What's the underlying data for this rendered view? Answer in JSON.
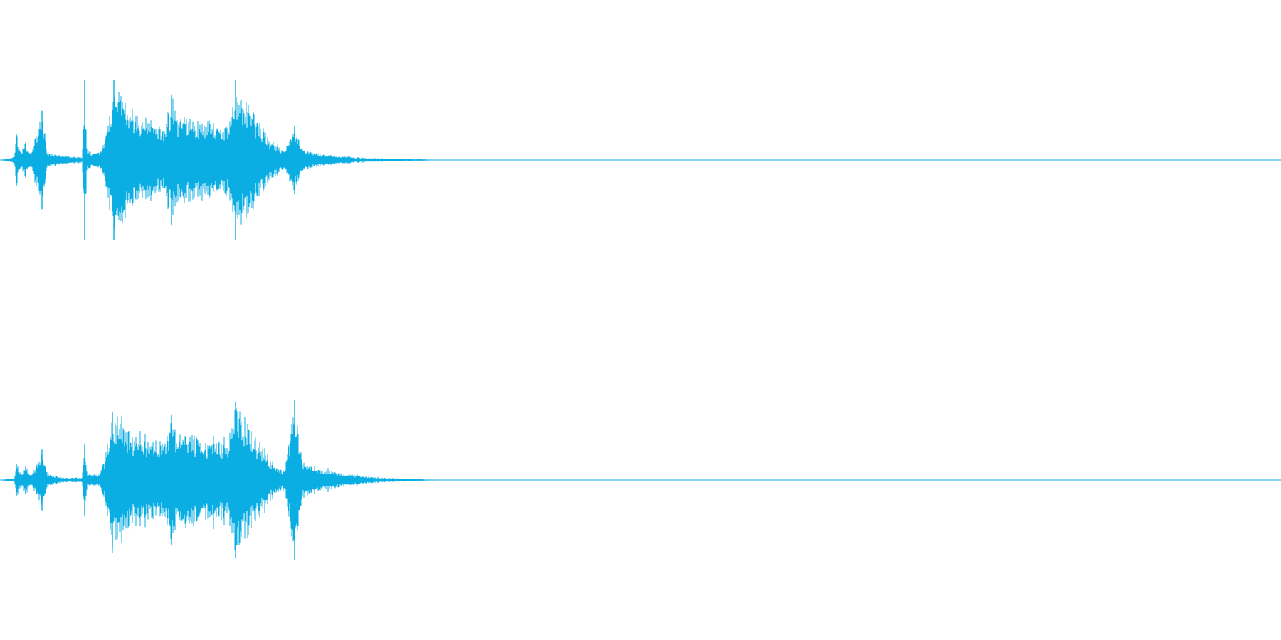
{
  "colors": {
    "background": "#ffffff",
    "waveform": "#0aaee3"
  },
  "waveform": {
    "type": "stereo-audio-waveform",
    "channels": [
      {
        "name": "",
        "peak_amplitude": 1.0,
        "events": [
          {
            "t": 0.013,
            "amp": 0.33
          },
          {
            "t": 0.02,
            "amp": 0.22
          },
          {
            "t": 0.033,
            "amp": 0.62
          },
          {
            "t": 0.066,
            "amp": 1.0
          },
          {
            "t": 0.089,
            "amp": 1.0
          },
          {
            "t": 0.134,
            "amp": 0.82
          },
          {
            "t": 0.184,
            "amp": 1.0
          },
          {
            "t": 0.23,
            "amp": 0.43
          }
        ],
        "envelope": [
          [
            0.0,
            0.0
          ],
          [
            0.011,
            0.04
          ],
          [
            0.013,
            0.33
          ],
          [
            0.016,
            0.12
          ],
          [
            0.02,
            0.22
          ],
          [
            0.024,
            0.08
          ],
          [
            0.033,
            0.62
          ],
          [
            0.037,
            0.1
          ],
          [
            0.05,
            0.05
          ],
          [
            0.064,
            0.04
          ],
          [
            0.066,
            1.0
          ],
          [
            0.068,
            0.12
          ],
          [
            0.078,
            0.1
          ],
          [
            0.082,
            0.3
          ],
          [
            0.086,
            0.7
          ],
          [
            0.09,
            1.0
          ],
          [
            0.096,
            0.85
          ],
          [
            0.105,
            0.66
          ],
          [
            0.115,
            0.55
          ],
          [
            0.128,
            0.45
          ],
          [
            0.134,
            0.82
          ],
          [
            0.138,
            0.6
          ],
          [
            0.15,
            0.55
          ],
          [
            0.165,
            0.5
          ],
          [
            0.178,
            0.45
          ],
          [
            0.184,
            1.0
          ],
          [
            0.192,
            0.8
          ],
          [
            0.2,
            0.55
          ],
          [
            0.212,
            0.25
          ],
          [
            0.222,
            0.12
          ],
          [
            0.23,
            0.43
          ],
          [
            0.236,
            0.15
          ],
          [
            0.25,
            0.08
          ],
          [
            0.275,
            0.04
          ],
          [
            0.3,
            0.02
          ],
          [
            0.33,
            0.01
          ],
          [
            0.345,
            0.0
          ],
          [
            1.0,
            0.0
          ]
        ]
      },
      {
        "name": "",
        "peak_amplitude": 1.0,
        "events": [
          {
            "t": 0.013,
            "amp": 0.2
          },
          {
            "t": 0.02,
            "amp": 0.18
          },
          {
            "t": 0.033,
            "amp": 0.38
          },
          {
            "t": 0.066,
            "amp": 0.45
          },
          {
            "t": 0.088,
            "amp": 0.85
          },
          {
            "t": 0.134,
            "amp": 0.82
          },
          {
            "t": 0.184,
            "amp": 0.98
          },
          {
            "t": 0.23,
            "amp": 1.0
          }
        ],
        "envelope": [
          [
            0.0,
            0.0
          ],
          [
            0.011,
            0.03
          ],
          [
            0.013,
            0.2
          ],
          [
            0.016,
            0.08
          ],
          [
            0.02,
            0.18
          ],
          [
            0.024,
            0.06
          ],
          [
            0.033,
            0.38
          ],
          [
            0.037,
            0.08
          ],
          [
            0.05,
            0.03
          ],
          [
            0.064,
            0.03
          ],
          [
            0.066,
            0.45
          ],
          [
            0.068,
            0.08
          ],
          [
            0.078,
            0.08
          ],
          [
            0.082,
            0.3
          ],
          [
            0.086,
            0.75
          ],
          [
            0.09,
            0.85
          ],
          [
            0.096,
            0.72
          ],
          [
            0.105,
            0.62
          ],
          [
            0.115,
            0.55
          ],
          [
            0.128,
            0.5
          ],
          [
            0.134,
            0.82
          ],
          [
            0.138,
            0.65
          ],
          [
            0.15,
            0.6
          ],
          [
            0.165,
            0.55
          ],
          [
            0.178,
            0.5
          ],
          [
            0.184,
            0.98
          ],
          [
            0.192,
            0.8
          ],
          [
            0.2,
            0.55
          ],
          [
            0.212,
            0.25
          ],
          [
            0.222,
            0.12
          ],
          [
            0.23,
            1.0
          ],
          [
            0.236,
            0.25
          ],
          [
            0.25,
            0.15
          ],
          [
            0.27,
            0.08
          ],
          [
            0.3,
            0.03
          ],
          [
            0.33,
            0.01
          ],
          [
            0.35,
            0.0
          ],
          [
            1.0,
            0.0
          ]
        ]
      }
    ]
  }
}
